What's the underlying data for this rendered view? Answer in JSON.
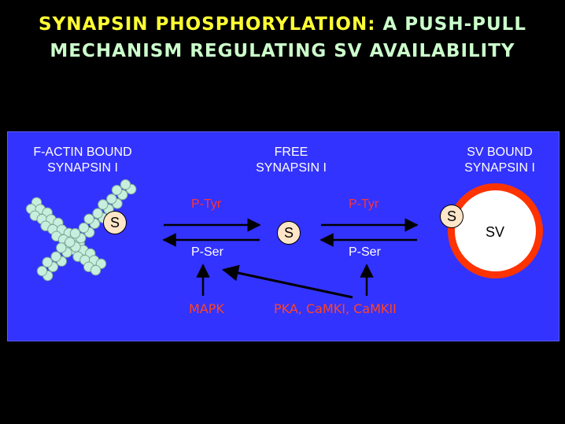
{
  "title": {
    "line1_part1": "SYNAPSIN PHOSPHORYLATION:",
    "line1_part2": "A PUSH-PULL",
    "line2": "MECHANISM REGULATING SV AVAILABILITY"
  },
  "columns": {
    "left": {
      "line1": "F-ACTIN BOUND",
      "line2": "SYNAPSIN I"
    },
    "middle": {
      "line1": "FREE",
      "line2": "SYNAPSIN I"
    },
    "right": {
      "line1": "SV BOUND",
      "line2": "SYNAPSIN I"
    }
  },
  "synapsin_label": "S",
  "sv_label": "SV",
  "left_transition": {
    "top": "P-Tyr",
    "bottom": "P-Ser"
  },
  "right_transition": {
    "top": "P-Tyr",
    "bottom": "P-Ser"
  },
  "kinases": {
    "left": "MAPK",
    "right": "PKA, CaMKI, CaMKII"
  },
  "colors": {
    "background": "#000000",
    "panel": "#3333ff",
    "title_yellow": "#ffff33",
    "title_mint": "#ccffcc",
    "p_tyr_red": "#ff3333",
    "kinase_orange": "#ff4422",
    "sv_membrane": "#ff3300",
    "actin_bead": "#c8eedd"
  }
}
